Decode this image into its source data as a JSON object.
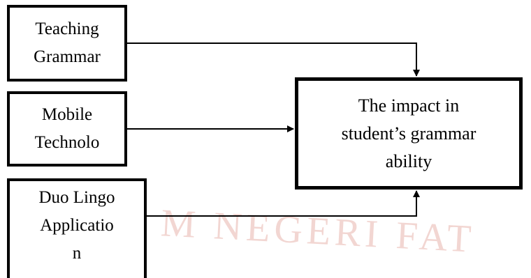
{
  "boxes": {
    "teaching": {
      "lines": [
        "Teaching",
        "Grammar"
      ]
    },
    "mobile": {
      "lines": [
        "Mobile",
        "Technolo"
      ]
    },
    "duo": {
      "lines": [
        "Duo Lingo",
        "Applicatio",
        "n"
      ]
    },
    "impact": {
      "lines": [
        "The impact in",
        "student’s grammar",
        "ability"
      ]
    }
  },
  "watermark": {
    "text": "M NEGERI FAT"
  },
  "colors": {
    "stroke": "#000000",
    "watermark": "#e9b6ae"
  }
}
